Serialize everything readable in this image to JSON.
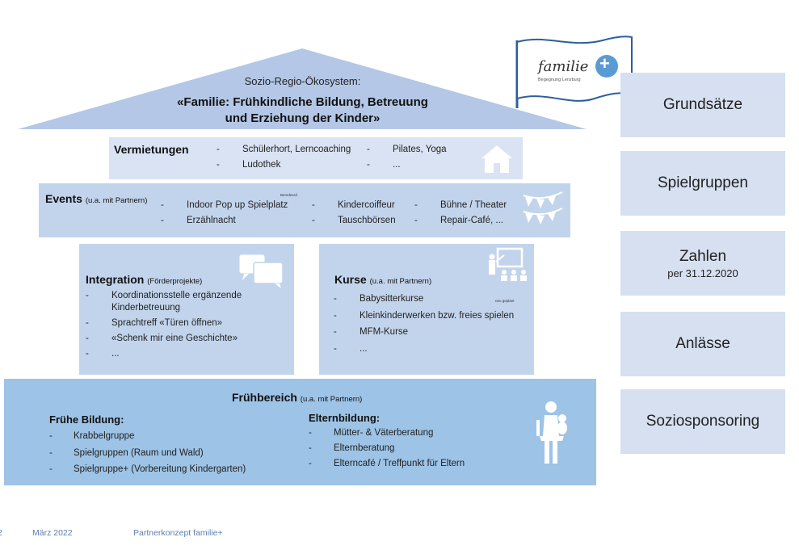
{
  "roof": {
    "subtitle": "Sozio-Regio-Ökosystem:",
    "title_line1": "«Familie: Frühkindliche Bildung, Betreuung",
    "title_line2": "und Erziehung der Kinder»"
  },
  "logo": {
    "word": "familie",
    "plus": "+",
    "tagline": "Begegnung Lenzburg"
  },
  "vermietungen": {
    "heading": "Vermietungen",
    "col1": [
      "Schülerhort, Lerncoaching",
      "Ludothek"
    ],
    "col2": [
      "Pilates, Yoga",
      "..."
    ]
  },
  "events": {
    "heading": "Events",
    "note": "(u.a. mit Partnern)",
    "tiny": "Bemdessil",
    "col1": [
      "Indoor Pop up Spielplatz",
      "Erzählnacht"
    ],
    "col2": [
      "Kindercoiffeur",
      "Tauschbörsen"
    ],
    "col3": [
      "Bühne / Theater",
      "Repair-Café, ..."
    ]
  },
  "integration": {
    "heading": "Integration",
    "note": "(Förderprojekte)",
    "items": [
      "Koordinationsstelle ergänzende",
      "Kinderbetreuung",
      "Sprachtreff «Türen öffnen»",
      "«Schenk mir eine Geschichte»",
      "..."
    ]
  },
  "kurse": {
    "heading": "Kurse",
    "note": "(u.a. mit Partnern)",
    "tiny": "neu geplant",
    "items": [
      "Babysitterkurse",
      "Kleinkinderwerken bzw. freies spielen",
      "MFM-Kurse",
      "..."
    ]
  },
  "fruehbereich": {
    "heading": "Frühbereich",
    "note": "(u.a. mit Partnern)",
    "left_heading": "Frühe Bildung:",
    "left_items": [
      "Krabbelgruppe",
      "Spielgruppen (Raum und Wald)",
      "Spielgruppe+ (Vorbereitung Kindergarten)"
    ],
    "right_heading": "Elternbildung:",
    "right_items": [
      "Mütter- & Väterberatung",
      "Elternberatung",
      "Elterncafé / Treffpunkt für Eltern"
    ]
  },
  "side": {
    "grundsaetze": "Grundsätze",
    "spielgruppen": "Spielgruppen",
    "zahlen": "Zahlen",
    "zahlen_sub": "per 31.12.2020",
    "anlaesse": "Anlässe",
    "soziosponsoring": "Soziosponsoring"
  },
  "footer": {
    "page": "2",
    "date": "März 2022",
    "doc": "Partnerkonzept familie+"
  },
  "dash": "-"
}
